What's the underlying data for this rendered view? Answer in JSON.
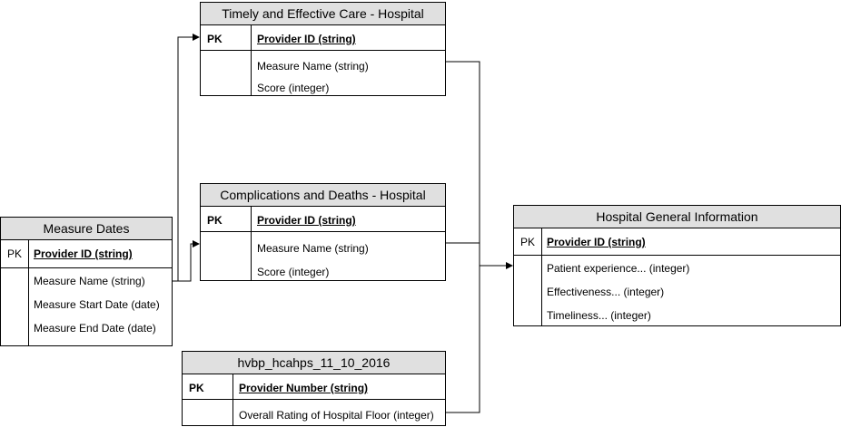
{
  "entities": {
    "timely": {
      "title": "Timely and Effective Care - Hospital",
      "pk_label": "PK",
      "pk_field": "Provider ID (string)",
      "fields": [
        "Measure Name (string)",
        "Score (integer)"
      ]
    },
    "complications": {
      "title": "Complications and Deaths - Hospital",
      "pk_label": "PK",
      "pk_field": "Provider ID (string)",
      "fields": [
        "Measure Name (string)",
        "Score (integer)"
      ]
    },
    "measure_dates": {
      "title": "Measure Dates",
      "pk_label": "PK",
      "pk_field": "Provider ID (string)",
      "fields": [
        "Measure Name (string)",
        "Measure Start Date (date)",
        "Measure End Date (date)"
      ]
    },
    "hvbp": {
      "title": "hvbp_hcahps_11_10_2016",
      "pk_label": "PK",
      "pk_field": "Provider Number (string)",
      "fields": [
        "Overall Rating of Hospital Floor (integer)"
      ]
    },
    "general": {
      "title": "Hospital General Information",
      "pk_label": "PK",
      "pk_field": "Provider ID (string)",
      "fields": [
        "Patient experience... (integer)",
        "Effectiveness... (integer)",
        "Timeliness... (integer)"
      ]
    }
  }
}
